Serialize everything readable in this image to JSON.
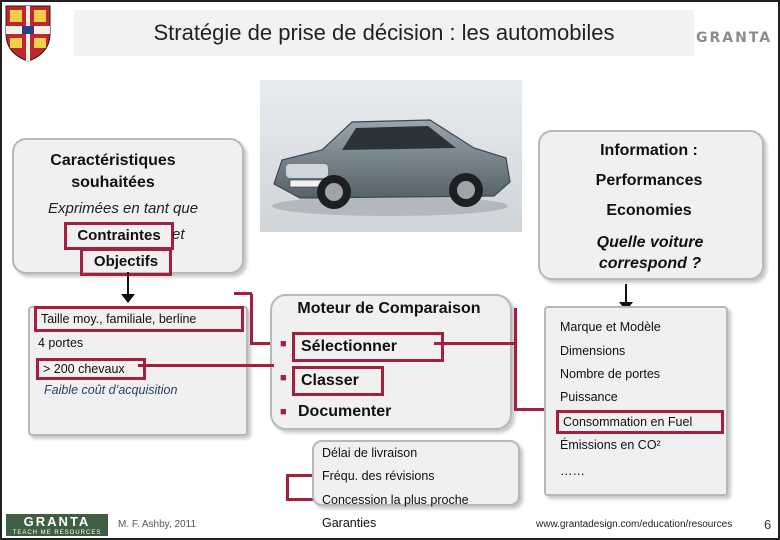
{
  "header": {
    "title": "Stratégie de prise de décision : les automobiles",
    "brand": "GRANTA"
  },
  "left_panel": {
    "heading": "Caractéristiques souhaitées",
    "expressed": "Exprimées en tant que",
    "constraints": "Contraintes",
    "and": "et",
    "objectives": "Objectifs"
  },
  "right_panel": {
    "heading": "Information :",
    "items": [
      "Performances",
      "Economies"
    ],
    "question": "Quelle voiture correspond ?"
  },
  "left_list": {
    "items": [
      "Taille moy., familiale, berline",
      "4 portes",
      "> 200 chevaux"
    ],
    "objective": "Faible coût d’acquisition"
  },
  "engine": {
    "title": "Moteur de Comparaison",
    "steps": [
      "Sélectionner",
      "Classer",
      "Documenter"
    ]
  },
  "right_list": {
    "items": [
      "Marque et Modèle",
      "Dimensions",
      "Nombre de portes",
      "Puissance",
      "Consommation en Fuel",
      "Émissions en CO²",
      "……"
    ]
  },
  "small_panel": {
    "items": [
      "Délai de livraison",
      "Fréqu. des révisions",
      "Concession la plus proche",
      "Garanties"
    ]
  },
  "footer": {
    "logo": "GRANTA",
    "logo_sub": "TEACH ME RESOURCES",
    "author": "M. F. Ashby, 2011",
    "url": "www.grantadesign.com/education/resources",
    "page": "6"
  },
  "colors": {
    "accent": "#a51f3f",
    "panel": "#f0f0f0",
    "footer_green": "#3f5f43"
  }
}
